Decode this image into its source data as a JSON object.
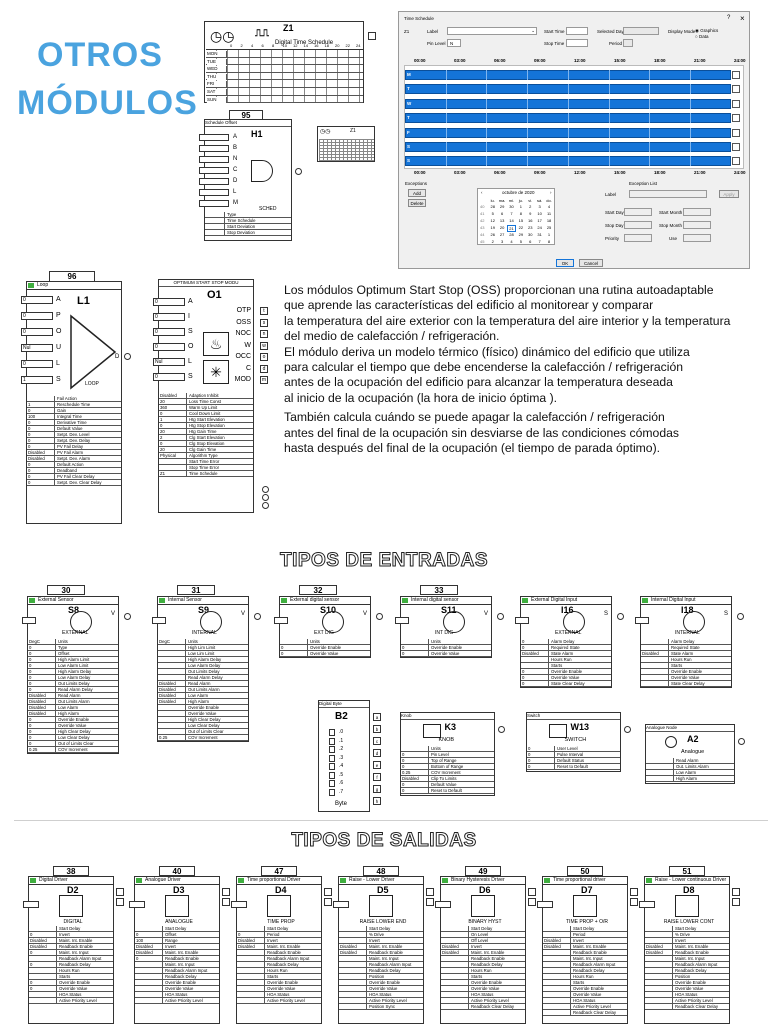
{
  "heading": {
    "line1": "OTROS",
    "line2": "MÓDULOS"
  },
  "z1": {
    "name": "Z1",
    "caption": "Digital Time Schedule",
    "days": [
      "MON",
      "TUE",
      "WED",
      "THU",
      "FRI",
      "SAT",
      "SUN"
    ],
    "hours": [
      "0",
      "2",
      "4",
      "6",
      "8",
      "10",
      "12",
      "14",
      "16",
      "18",
      "20",
      "22",
      "24"
    ]
  },
  "h1": {
    "number": "95",
    "header": "Schedule Offset",
    "name": "H1",
    "tag": "SCHED",
    "ports": [
      "A",
      "B",
      "N",
      "C",
      "D",
      "L",
      "M"
    ],
    "params": [
      "Type",
      "Time Schedule",
      "Start Deviation",
      "Stop Deviation"
    ]
  },
  "mini": {
    "name": "Z1"
  },
  "dialog": {
    "title": "Time Schedule",
    "help": "?",
    "close": "×",
    "z1": "Z1",
    "label_lbl": "Label",
    "pin_level_lbl": "Pin Level",
    "pin_level_val": "N",
    "start_time_lbl": "Start Time",
    "stop_time_lbl": "Stop Time",
    "selected_day_lbl": "Selected Day",
    "period_lbl": "Period",
    "display_mode_lbl": "Display Mode",
    "graphics_lbl": "Graphics",
    "data_lbl": "Data",
    "hours": [
      "00:00",
      "03:00",
      "06:00",
      "09:00",
      "12:00",
      "15:00",
      "18:00",
      "21:00",
      "24:00"
    ],
    "days": [
      "M",
      "T",
      "W",
      "T",
      "F",
      "S",
      "S"
    ],
    "exceptions_lbl": "Exceptions",
    "add_btn": "Add",
    "delete_btn": "Delete",
    "cal_month": "octubre de 2020",
    "cal_head": [
      "lu.",
      "ma.",
      "mi.",
      "ju.",
      "vi.",
      "sá.",
      "do."
    ],
    "cal_rows": [
      [
        "40",
        "28",
        "29",
        "30",
        "1",
        "2",
        "3",
        "4"
      ],
      [
        "41",
        "5",
        "6",
        "7",
        "8",
        "9",
        "10",
        "11"
      ],
      [
        "42",
        "12",
        "13",
        "14",
        "15",
        "16",
        "17",
        "18"
      ],
      [
        "43",
        "19",
        "20",
        "21",
        "22",
        "23",
        "24",
        "25"
      ],
      [
        "44",
        "26",
        "27",
        "28",
        "29",
        "30",
        "31",
        "1"
      ],
      [
        "45",
        "2",
        "3",
        "4",
        "5",
        "6",
        "7",
        "8"
      ]
    ],
    "exc_list_lbl": "Exception List",
    "exc_label_lbl": "Label",
    "apply_btn": "Apply",
    "start_day_lbl": "Start Day",
    "start_month_lbl": "Start Month",
    "stop_day_lbl": "Stop Day",
    "stop_month_lbl": "Stop Month",
    "priority_lbl": "Priority",
    "use_lbl": "Use",
    "ok_btn": "OK",
    "cancel_btn": "Cancel"
  },
  "l1": {
    "number": "96",
    "header": "Loop",
    "name": "L1",
    "tag": "LOOP",
    "ports": [
      "A",
      "P",
      "O",
      "U",
      "L",
      "S"
    ],
    "out": "D",
    "inputs": [
      "0",
      "0",
      "0",
      "Nul",
      "0",
      "1"
    ],
    "params": [
      [
        "",
        "Fail Action"
      ],
      [
        "1",
        "Reschedule Time"
      ],
      [
        "0",
        "Gain"
      ],
      [
        "100",
        "Integral Time"
      ],
      [
        "0",
        "Derivative Time"
      ],
      [
        "0",
        "Default Value"
      ],
      [
        "0",
        "Setpt. Dev. Level"
      ],
      [
        "0",
        "Setpt. Dev. Delay"
      ],
      [
        "0",
        "PV Fail Delay"
      ],
      [
        "Disabled",
        "PV Fail Alarm"
      ],
      [
        "Disabled",
        "Setpt. Dev. Alarm"
      ],
      [
        "0",
        "Default Action"
      ],
      [
        "0",
        "Deadband"
      ],
      [
        "0",
        "PV Fail Clear Delay"
      ],
      [
        "0",
        "Setpt. Dev. Clear Delay"
      ]
    ]
  },
  "o1": {
    "header": "OPTIMUM START STOP MODU",
    "name": "O1",
    "ports_in": [
      "A",
      "I",
      "S",
      "O",
      "L",
      "S"
    ],
    "ports_out": [
      "OTP",
      "OSS",
      "NOC",
      "W",
      "OCC",
      "C",
      "MOD"
    ],
    "tags_out": [
      "t",
      "s",
      "n",
      "w",
      "o",
      "d",
      "m"
    ],
    "inputs": [
      "0",
      "0",
      "0",
      "0",
      "Nul",
      "0"
    ],
    "params": [
      [
        "Disabled",
        "Adaption Inhibit"
      ],
      [
        "20",
        "Loss Time Const"
      ],
      [
        "360",
        "Warm Up Limit"
      ],
      [
        "0",
        "Cool Down Limit"
      ],
      [
        "1",
        "Htg Start Elevation"
      ],
      [
        "0",
        "Htg Stop Elevation"
      ],
      [
        "20",
        "Htg Gain Time"
      ],
      [
        "2",
        "Clg Start Elevation"
      ],
      [
        "0",
        "Clg Stop Elevation"
      ],
      [
        "20",
        "Clg Gain Time"
      ],
      [
        "Physical",
        "Algorithm Type"
      ],
      [
        "",
        "Start Time Error"
      ],
      [
        "",
        "Stop Time Error"
      ],
      [
        "Z1",
        "Time Schedule"
      ]
    ]
  },
  "paragraph": [
    "Los módulos Optimum Start Stop (OSS) proporcionan una rutina autoadaptable",
    "que aprende las características del edificio al monitorear y comparar",
    "la temperatura del aire exterior con la temperatura del aire interior y la temperatura",
    "del medio de calefacción / refrigeración.",
    "El módulo deriva un modelo térmico (físico) dinámico del edificio que utiliza",
    "para calcular el tiempo que debe encenderse la calefacción / refrigeración",
    "antes de la ocupación del edificio para alcanzar la temperatura deseada",
    "al inicio de la ocupación (la hora de inicio óptima ).",
    "También calcula cuándo se puede apagar la calefacción / refrigeración",
    "antes del final de la ocupación sin desviarse de las condiciones cómodas",
    "hasta después del final de la ocupación (el tiempo de parada óptimo)."
  ],
  "entradas_title": "TIPOS DE ENTRADAS",
  "salidas_title": "TIPOS DE SALIDAS",
  "inputs": [
    {
      "number": "30",
      "header": "External Sensor",
      "name": "S8",
      "tag": "EXTERNAL",
      "v": "V",
      "params": [
        [
          "DegC",
          "Units"
        ],
        [
          "0",
          "Type"
        ],
        [
          "0",
          "Offset"
        ],
        [
          "0",
          "High Alarm Limit"
        ],
        [
          "0",
          "Low Alarm Limit"
        ],
        [
          "0",
          "High Alarm Delay"
        ],
        [
          "0",
          "Low Alarm Delay"
        ],
        [
          "0",
          "Out Limits Delay"
        ],
        [
          "0",
          "Read Alarm Delay"
        ],
        [
          "Disabled",
          "Read Alarm"
        ],
        [
          "Disabled",
          "Out Limits Alarm"
        ],
        [
          "Disabled",
          "Low Alarm"
        ],
        [
          "Disabled",
          "High Alarm"
        ],
        [
          "0",
          "Override Enable"
        ],
        [
          "0",
          "Override Value"
        ],
        [
          "0",
          "High Clear Delay"
        ],
        [
          "0",
          "Low Clear Delay"
        ],
        [
          "0",
          "Out of Limits Clear"
        ],
        [
          "0.25",
          "COV Increment"
        ]
      ]
    },
    {
      "number": "31",
      "header": "Internal Sensor",
      "name": "S9",
      "tag": "INTERNAL",
      "v": "V",
      "params": [
        [
          "DegC",
          "Units"
        ],
        [
          "",
          "High Lim Limit"
        ],
        [
          "",
          "Low Lim Limit"
        ],
        [
          "",
          "High Alarm Delay"
        ],
        [
          "",
          "Low Alarm Delay"
        ],
        [
          "",
          "Out Limits Delay"
        ],
        [
          "",
          "Read Alarm Delay"
        ],
        [
          "Disabled",
          "Read Alarm"
        ],
        [
          "Disabled",
          "Out Limits Alarm"
        ],
        [
          "Disabled",
          "Low Alarm"
        ],
        [
          "Disabled",
          "High Alarm"
        ],
        [
          "",
          "Override Enable"
        ],
        [
          "",
          "Override Value"
        ],
        [
          "",
          "High Clear Delay"
        ],
        [
          "",
          "Low Clear Delay"
        ],
        [
          "",
          "Out of Limits Clear"
        ],
        [
          "0.25",
          "COV Increment"
        ]
      ]
    },
    {
      "number": "32",
      "header": "External digital sensor",
      "name": "S10",
      "tag": "EXT DIG",
      "v": "V",
      "params": [
        [
          "",
          "Units"
        ],
        [
          "0",
          "Override Enable"
        ],
        [
          "0",
          "Override Value"
        ]
      ]
    },
    {
      "number": "33",
      "header": "Internal digital sensor",
      "name": "S11",
      "tag": "INT DIG",
      "v": "V",
      "params": [
        [
          "",
          "Units"
        ],
        [
          "0",
          "Override Enable"
        ],
        [
          "0",
          "Override Value"
        ]
      ]
    },
    {
      "number": "",
      "header": "External Digital Input",
      "name": "I16",
      "tag": "EXTERNAL",
      "v": "S",
      "params": [
        [
          "0",
          "Alarm Delay"
        ],
        [
          "0",
          "Required State"
        ],
        [
          "Disabled",
          "State Alarm"
        ],
        [
          "",
          "Hours Run"
        ],
        [
          "",
          "Starts"
        ],
        [
          "0",
          "Override Enable"
        ],
        [
          "0",
          "Override Value"
        ],
        [
          "0",
          "State Clear Delay"
        ]
      ]
    },
    {
      "number": "",
      "header": "Internal Digital Input",
      "name": "I18",
      "tag": "INTERNAL",
      "v": "S",
      "params": [
        [
          "",
          "Alarm Delay"
        ],
        [
          "",
          "Required State"
        ],
        [
          "Disabled",
          "State Alarm"
        ],
        [
          "",
          "Hours Run"
        ],
        [
          "",
          "Starts"
        ],
        [
          "",
          "Override Enable"
        ],
        [
          "",
          "Override Value"
        ],
        [
          "",
          "State Clear Delay"
        ]
      ]
    }
  ],
  "b2": {
    "header": "Digital Byte",
    "name": "B2",
    "tag": "Byte",
    "bits": [
      ".0",
      ".1",
      ".2",
      ".3",
      ".4",
      ".5",
      ".6",
      ".7"
    ],
    "outs": [
      "a",
      "b",
      "c",
      "d",
      "e",
      "f",
      "g",
      "h"
    ]
  },
  "k3": {
    "header": "Knob",
    "name": "K3",
    "tag": "KNOB",
    "params": [
      [
        "",
        "Units"
      ],
      [
        "0",
        "Pin Level"
      ],
      [
        "0",
        "Top of Range"
      ],
      [
        "0",
        "Bottom of Range"
      ],
      [
        "0.25",
        "COV Increment"
      ],
      [
        "Disabled",
        "Clip To Limits"
      ],
      [
        "0",
        "Default Value"
      ],
      [
        "0",
        "Reset to Default"
      ]
    ]
  },
  "w13": {
    "header": "Switch",
    "name": "W13",
    "tag": "SWITCH",
    "params": [
      [
        "0",
        "User Level"
      ],
      [
        "0",
        "Pulse Interval"
      ],
      [
        "0",
        "Default Status"
      ],
      [
        "0",
        "Reset to Default"
      ]
    ]
  },
  "a2": {
    "header": "Analogue Node",
    "name": "A2",
    "tag": "Analogue",
    "params": [
      [
        "",
        "Read Alarm"
      ],
      [
        "",
        "Out. Limits Alarm"
      ],
      [
        "",
        "Low Alarm"
      ],
      [
        "",
        "High Alarm"
      ]
    ]
  },
  "outputs": [
    {
      "number": "38",
      "header": "Digital Driver",
      "name": "D2",
      "tag": "DIGITAL",
      "params": [
        [
          "",
          "Start Delay"
        ],
        [
          "0",
          "Invert"
        ],
        [
          "Disabled",
          "Maint. Int. Enable"
        ],
        [
          "Disabled",
          "Readback Enable"
        ],
        [
          "0",
          "Maint. Int. Input"
        ],
        [
          "",
          "Readback Alarm Input"
        ],
        [
          "0",
          "Readback Delay"
        ],
        [
          "",
          "Hours Run"
        ],
        [
          "",
          "Starts"
        ],
        [
          "0",
          "Override Enable"
        ],
        [
          "0",
          "Override Value"
        ],
        [
          "",
          "HOA Status"
        ],
        [
          "",
          "Active Priority Level"
        ]
      ]
    },
    {
      "number": "40",
      "header": "Analogue Driver",
      "name": "D3",
      "tag": "ANALOGUE",
      "params": [
        [
          "",
          "Start Delay"
        ],
        [
          "0",
          "Offset"
        ],
        [
          "100",
          "Range"
        ],
        [
          "Disabled",
          "Invert"
        ],
        [
          "Disabled",
          "Maint. Int. Enable"
        ],
        [
          "0",
          "Readback Enable"
        ],
        [
          "",
          "Maint. Int. Input"
        ],
        [
          "",
          "Readback Alarm Input"
        ],
        [
          "",
          "Readback Delay"
        ],
        [
          "",
          "Override Enable"
        ],
        [
          "",
          "Override Value"
        ],
        [
          "",
          "HOA Status"
        ],
        [
          "",
          "Active Priority Level"
        ]
      ]
    },
    {
      "number": "47",
      "header": "Time proportional Driver",
      "name": "D4",
      "tag": "TIME PROP",
      "params": [
        [
          "",
          "Start Delay"
        ],
        [
          "0",
          "Period"
        ],
        [
          "Disabled",
          "Invert"
        ],
        [
          "Disabled",
          "Maint. Int. Enable"
        ],
        [
          "",
          "Readback Enable"
        ],
        [
          "",
          "Readback Alarm Input"
        ],
        [
          "",
          "Readback Delay"
        ],
        [
          "",
          "Hours Run"
        ],
        [
          "",
          "Starts"
        ],
        [
          "",
          "Override Enable"
        ],
        [
          "",
          "Override Value"
        ],
        [
          "",
          "HOA Status"
        ],
        [
          "",
          "Active Priority Level"
        ]
      ]
    },
    {
      "number": "48",
      "header": "Raise - Lower Driver",
      "name": "D5",
      "tag": "RAISE LOWER END",
      "params": [
        [
          "",
          "Start Delay"
        ],
        [
          "",
          "% Drive"
        ],
        [
          "",
          "Invert"
        ],
        [
          "Disabled",
          "Maint. Int. Enable"
        ],
        [
          "Disabled",
          "Readback Enable"
        ],
        [
          "",
          "Maint. Int. Input"
        ],
        [
          "",
          "Readback Alarm Input"
        ],
        [
          "",
          "Readback Delay"
        ],
        [
          "",
          "Position"
        ],
        [
          "",
          "Override Enable"
        ],
        [
          "",
          "Override Value"
        ],
        [
          "",
          "HOA Status"
        ],
        [
          "",
          "Active Priority Level"
        ],
        [
          "",
          "Position Sync"
        ]
      ]
    },
    {
      "number": "49",
      "header": "Binary Hysteresis Driver",
      "name": "D6",
      "tag": "BINARY HYST",
      "params": [
        [
          "",
          "Start Delay"
        ],
        [
          "",
          "On Level"
        ],
        [
          "",
          "Off Level"
        ],
        [
          "Disabled",
          "Invert"
        ],
        [
          "Disabled",
          "Maint. Int. Enable"
        ],
        [
          "",
          "Readback Enable"
        ],
        [
          "",
          "Readback Delay"
        ],
        [
          "",
          "Hours Run"
        ],
        [
          "",
          "Starts"
        ],
        [
          "",
          "Override Enable"
        ],
        [
          "",
          "Override Value"
        ],
        [
          "",
          "HOA Status"
        ],
        [
          "",
          "Active Priority Level"
        ],
        [
          "",
          "Readback Clear Delay"
        ]
      ]
    },
    {
      "number": "50",
      "header": "Time proportional driver",
      "name": "D7",
      "tag": "TIME PROP + O/R",
      "params": [
        [
          "",
          "Start Delay"
        ],
        [
          "",
          "Period"
        ],
        [
          "Disabled",
          "Invert"
        ],
        [
          "Disabled",
          "Maint. Int. Enable"
        ],
        [
          "",
          "Readback Enable"
        ],
        [
          "",
          "Maint. Int. Input"
        ],
        [
          "",
          "Readback Alarm Input"
        ],
        [
          "",
          "Readback Delay"
        ],
        [
          "",
          "Hours Run"
        ],
        [
          "",
          "Starts"
        ],
        [
          "",
          "Override Enable"
        ],
        [
          "",
          "Override Value"
        ],
        [
          "",
          "HOA Status"
        ],
        [
          "",
          "Active Priority Level"
        ],
        [
          "",
          "Readback Clear Delay"
        ]
      ]
    },
    {
      "number": "51",
      "header": "Raise - Lower continuous Driver",
      "name": "D8",
      "tag": "RAISE LOWER CONT",
      "params": [
        [
          "",
          "Start Delay"
        ],
        [
          "",
          "% Drive"
        ],
        [
          "",
          "Invert"
        ],
        [
          "Disabled",
          "Maint. Int. Enable"
        ],
        [
          "Disabled",
          "Readback Enable"
        ],
        [
          "",
          "Maint. Int. Input"
        ],
        [
          "",
          "Readback Alarm Input"
        ],
        [
          "",
          "Readback Delay"
        ],
        [
          "",
          "Position"
        ],
        [
          "",
          "Override Enable"
        ],
        [
          "",
          "Override Value"
        ],
        [
          "",
          "HOA Status"
        ],
        [
          "",
          "Active Priority Level"
        ],
        [
          "",
          "Readback Clear Delay"
        ]
      ]
    }
  ],
  "colors": {
    "title": "#4aa3df",
    "bar": "#1474d8",
    "led": "#3fae3f"
  }
}
